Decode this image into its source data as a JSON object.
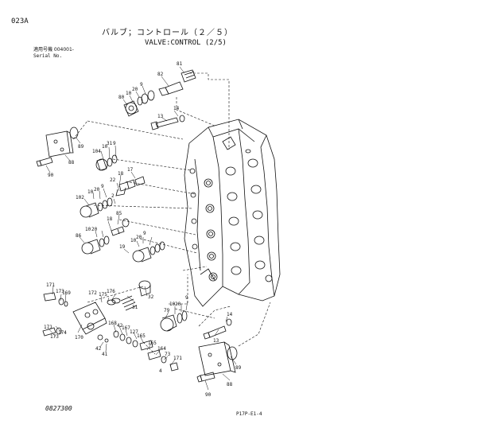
{
  "header": {
    "sheet_code": "023A",
    "title_jp": "バルブ；コントロール（２／５）",
    "title_en": "VALVE:CONTROL (2/5)",
    "serial_jp": "適用号機 004001-",
    "serial_en": "Serial No."
  },
  "footer": {
    "drawing_no": "0827300",
    "page_ref": "P17P-E1-4"
  },
  "callouts": {
    "c81": "81",
    "c82": "82",
    "c9a": "9",
    "c20a": "20",
    "c10a": "10",
    "c80": "80",
    "c14a": "14",
    "c13a": "13",
    "c89a": "89",
    "c88a": "88",
    "c90a": "90",
    "c104": "104",
    "c10b": "10",
    "c31": "31",
    "c9b": "9",
    "c18a": "18",
    "c17": "17",
    "c22": "22",
    "c102": "102",
    "c10c": "10",
    "c20b": "20",
    "c9c": "9",
    "c2": "2",
    "c85": "85",
    "c18b": "18",
    "c10d": "10",
    "c20c": "20",
    "c86": "86",
    "c9d": "9",
    "c20d": "20",
    "c10e": "10",
    "c19": "19",
    "c171a": "171",
    "c173a": "173",
    "c169": "169",
    "c172": "172",
    "c175": "175",
    "c176": "176",
    "c32": "32",
    "c31b": "31",
    "c79": "79",
    "c10f": "10",
    "c20e": "20",
    "c9e": "9",
    "c174": "174",
    "c173b": "173",
    "c171b": "171",
    "c170": "170",
    "c168": "168",
    "c42a": "42",
    "c167": "167",
    "c127": "127",
    "c165a": "165",
    "c42b": "42",
    "c41": "41",
    "c165b": "165",
    "c164": "164",
    "c73b": "73",
    "c171c": "171",
    "c4": "4",
    "c14b": "14",
    "c13b": "13",
    "c89b": "89",
    "c88b": "88",
    "c90b": "90"
  }
}
